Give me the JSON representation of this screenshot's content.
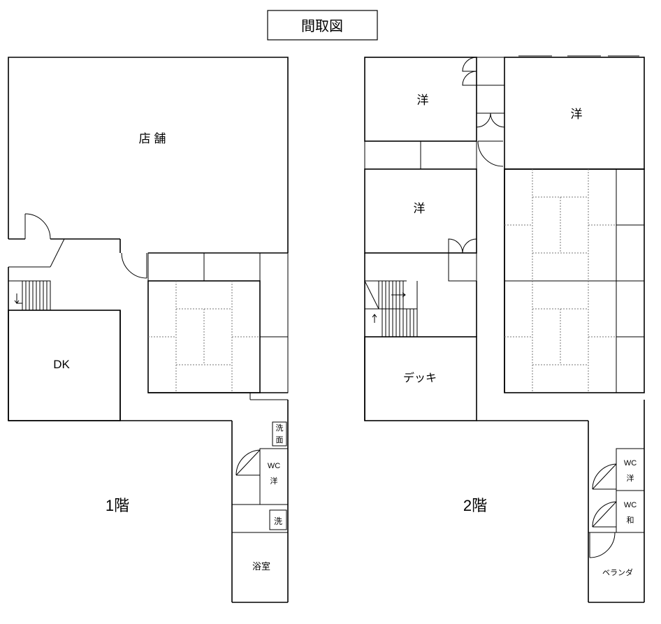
{
  "title": "間取図",
  "floor1": {
    "floor_label": "1階",
    "rooms": {
      "store": "店 舗",
      "dk": "DK",
      "washbasin_a": "洗",
      "washbasin_b": "面",
      "wc_a": "WC",
      "wc_b": "洋",
      "laundry": "洗",
      "bath": "浴室"
    }
  },
  "floor2": {
    "floor_label": "2階",
    "rooms": {
      "western_1": "洋",
      "western_2": "洋",
      "western_3": "洋",
      "deck": "デッキ",
      "wc_western_a": "WC",
      "wc_western_b": "洋",
      "wc_japanese_a": "WC",
      "wc_japanese_b": "和",
      "veranda": "ベランダ"
    }
  }
}
